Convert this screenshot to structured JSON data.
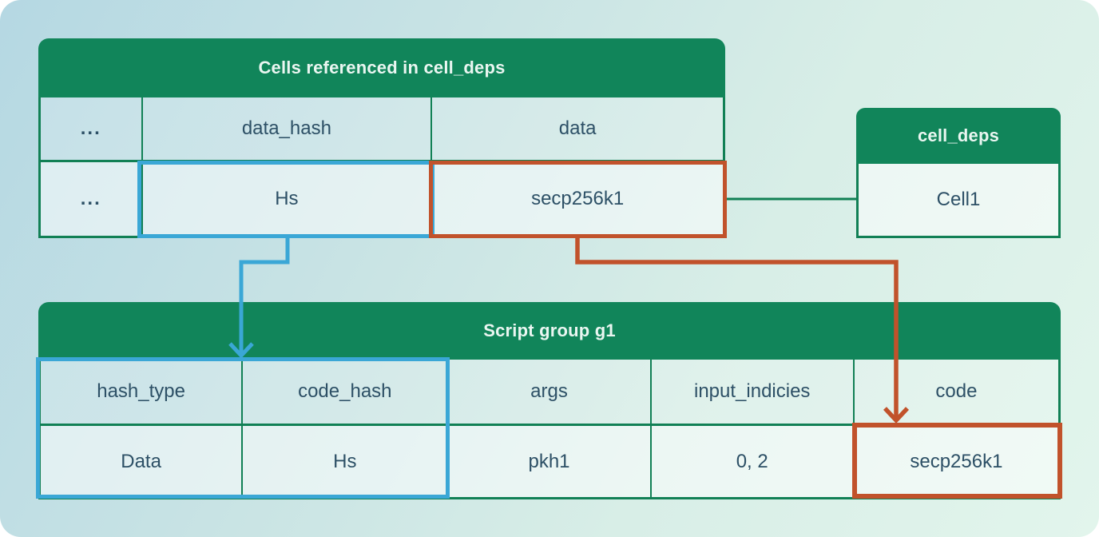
{
  "colors": {
    "green": "#11855A",
    "green_border": "#118055",
    "blue_highlight": "#3AA7D6",
    "red_highlight": "#C1522B",
    "header_text": "#EAF6F1",
    "cell_text": "#2D5066"
  },
  "cells_table": {
    "title": "Cells referenced in cell_deps",
    "columns": [
      "...",
      "data_hash",
      "data"
    ],
    "rows": [
      [
        "...",
        "Hs",
        "secp256k1"
      ]
    ]
  },
  "cell_deps_table": {
    "title": "cell_deps",
    "rows": [
      [
        "Cell1"
      ]
    ]
  },
  "script_table": {
    "title": "Script group g1",
    "columns": [
      "hash_type",
      "code_hash",
      "args",
      "input_indicies",
      "code"
    ],
    "rows": [
      [
        "Data",
        "Hs",
        "pkh1",
        "0, 2",
        "secp256k1"
      ]
    ]
  },
  "connectors": [
    {
      "from": "Hs (data_hash cell)",
      "to": "code_hash column of Script group g1",
      "color": "#3AA7D6",
      "style": "arrow"
    },
    {
      "from": "secp256k1 (data cell)",
      "to": "code cell of Script group g1",
      "color": "#C1522B",
      "style": "arrow"
    },
    {
      "from": "secp256k1 (data cell)",
      "to": "cell_deps Cell1",
      "color": "#11855A",
      "style": "line"
    }
  ]
}
